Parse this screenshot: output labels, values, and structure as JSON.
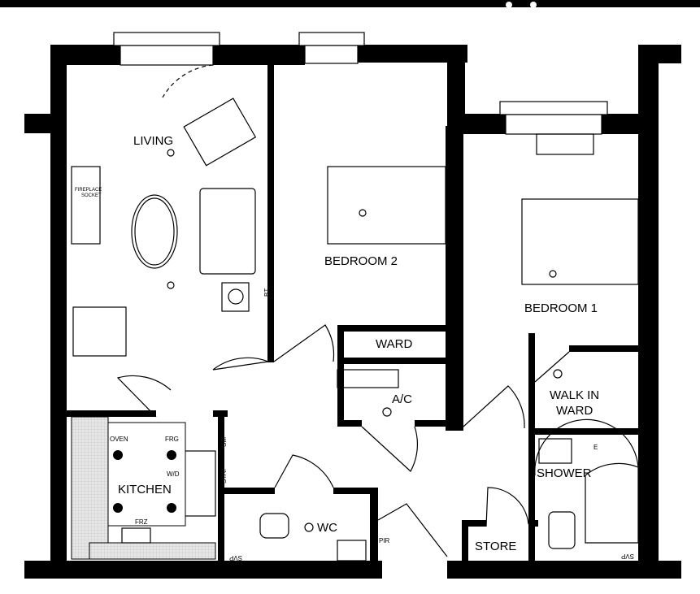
{
  "rooms": {
    "living": "LIVING",
    "bedroom2": "BEDROOM 2",
    "bedroom1": "BEDROOM 1",
    "ward": "WARD",
    "ac": "A/C",
    "walk_in_ward_1": "WALK IN",
    "walk_in_ward_2": "WARD",
    "kitchen": "KITCHEN",
    "wc": "WC",
    "shower": "SHOWER",
    "store": "STORE"
  },
  "annotations": {
    "oven": "OVEN",
    "fridge": "FRG",
    "washer_dryer": "W/D",
    "freezer": "FRZ",
    "smoke": "SM",
    "stat": "STAT",
    "bt": "BT",
    "fireplace_1": "FIREPLACE",
    "fireplace_2": "SOCKET",
    "pir": "PIR",
    "svp_left": "SVP",
    "svp_right": "SVP",
    "e": "E"
  },
  "colors": {
    "wall": "#000000",
    "background": "#ffffff",
    "tile": "#d8d8d8"
  }
}
